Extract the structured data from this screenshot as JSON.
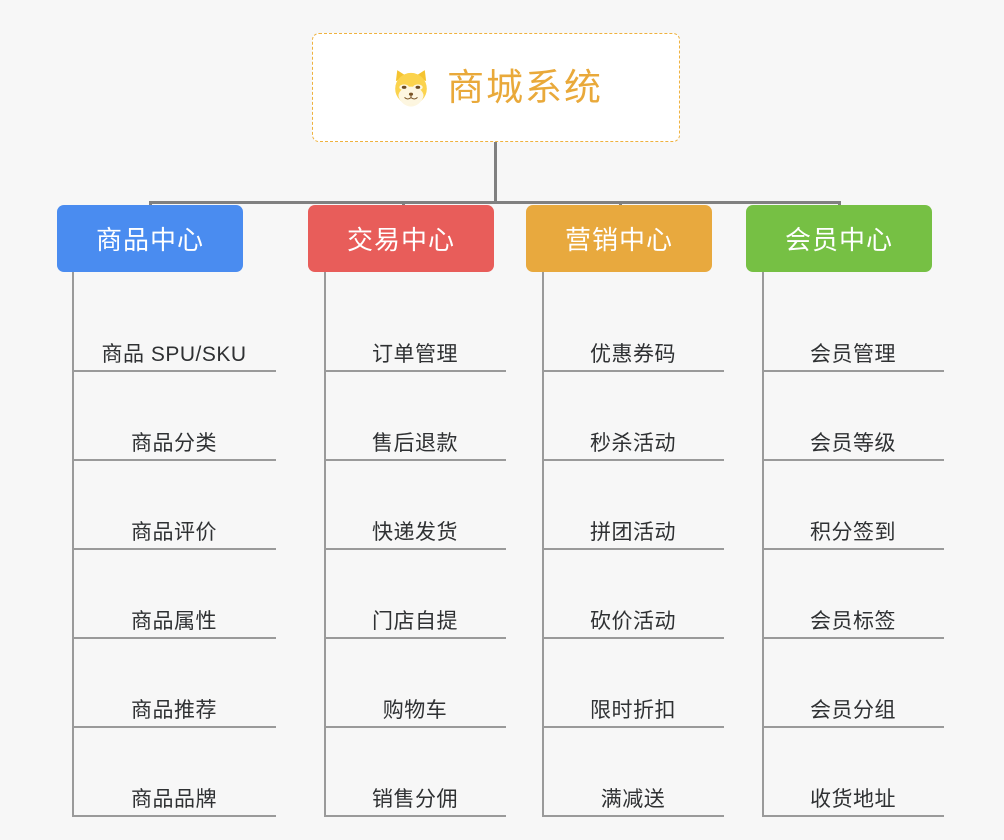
{
  "root": {
    "title": "商城系统",
    "icon": "shiba-dog-face-emoji",
    "text_color": "#e9a93a",
    "border_color": "#efb23f",
    "background": "#ffffff"
  },
  "canvas": {
    "background": "#f7f7f7",
    "connector_color": "#808080",
    "leaf_line_color": "#9a9a9a",
    "leaf_text_color": "#2f3133"
  },
  "categories": [
    {
      "label": "商品中心",
      "color": "#4a8cf0",
      "items": [
        {
          "label": "商品 SPU/SKU"
        },
        {
          "label": "商品分类"
        },
        {
          "label": "商品评价"
        },
        {
          "label": "商品属性"
        },
        {
          "label": "商品推荐"
        },
        {
          "label": "商品品牌"
        }
      ]
    },
    {
      "label": "交易中心",
      "color": "#e85d5a",
      "items": [
        {
          "label": "订单管理"
        },
        {
          "label": "售后退款"
        },
        {
          "label": "快递发货"
        },
        {
          "label": "门店自提"
        },
        {
          "label": "购物车"
        },
        {
          "label": "销售分佣"
        }
      ]
    },
    {
      "label": "营销中心",
      "color": "#e8a93e",
      "items": [
        {
          "label": "优惠券码"
        },
        {
          "label": "秒杀活动"
        },
        {
          "label": "拼团活动"
        },
        {
          "label": "砍价活动"
        },
        {
          "label": "限时折扣"
        },
        {
          "label": "满减送"
        }
      ]
    },
    {
      "label": "会员中心",
      "color": "#76c044",
      "items": [
        {
          "label": "会员管理"
        },
        {
          "label": "会员等级"
        },
        {
          "label": "积分签到"
        },
        {
          "label": "会员标签"
        },
        {
          "label": "会员分组"
        },
        {
          "label": "收货地址"
        }
      ]
    }
  ]
}
